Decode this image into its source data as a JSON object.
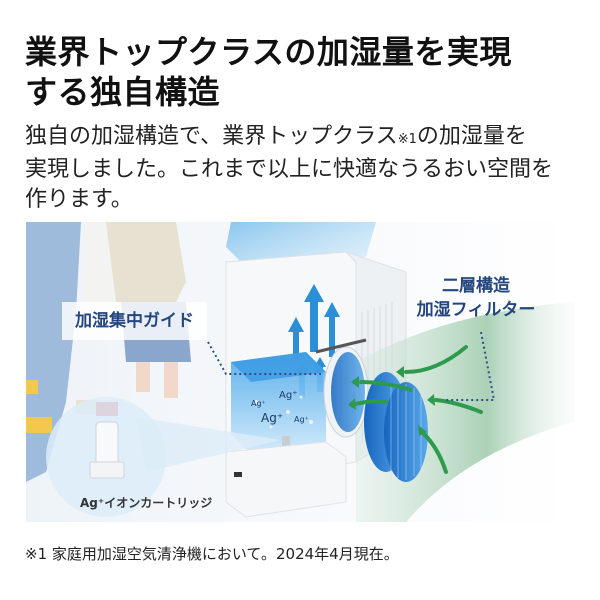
{
  "title": {
    "line1": "業界トップクラスの加湿量を実現",
    "line2": "する独自構造"
  },
  "body": {
    "line1_pre": "独自の加湿構造で、業界トップクラス",
    "line1_note": "※1",
    "line1_post": "の加湿量を",
    "line2": "実現しました。これまで以上に快適なうるおい空間を",
    "line3": "作ります。"
  },
  "figure": {
    "label_guide": "加湿集中ガイド",
    "label_filter_line1": "二層構造",
    "label_filter_line2": "加湿フィルター",
    "cartridge_label": "Ag⁺イオンカートリッジ",
    "ag_marks": [
      "Ag⁺",
      "Ag⁺",
      "Ag⁺",
      "Ag⁺"
    ],
    "colors": {
      "label_text": "#24467e",
      "airflow_arrow": "#2a8fd6",
      "filter_arrow": "#2e9a4e",
      "filter_disc": "#1f78d1",
      "water": "#5fb6ee"
    }
  },
  "footer": {
    "note": "※1 家庭用加湿空気清浄機において。2024年4月現在。"
  }
}
